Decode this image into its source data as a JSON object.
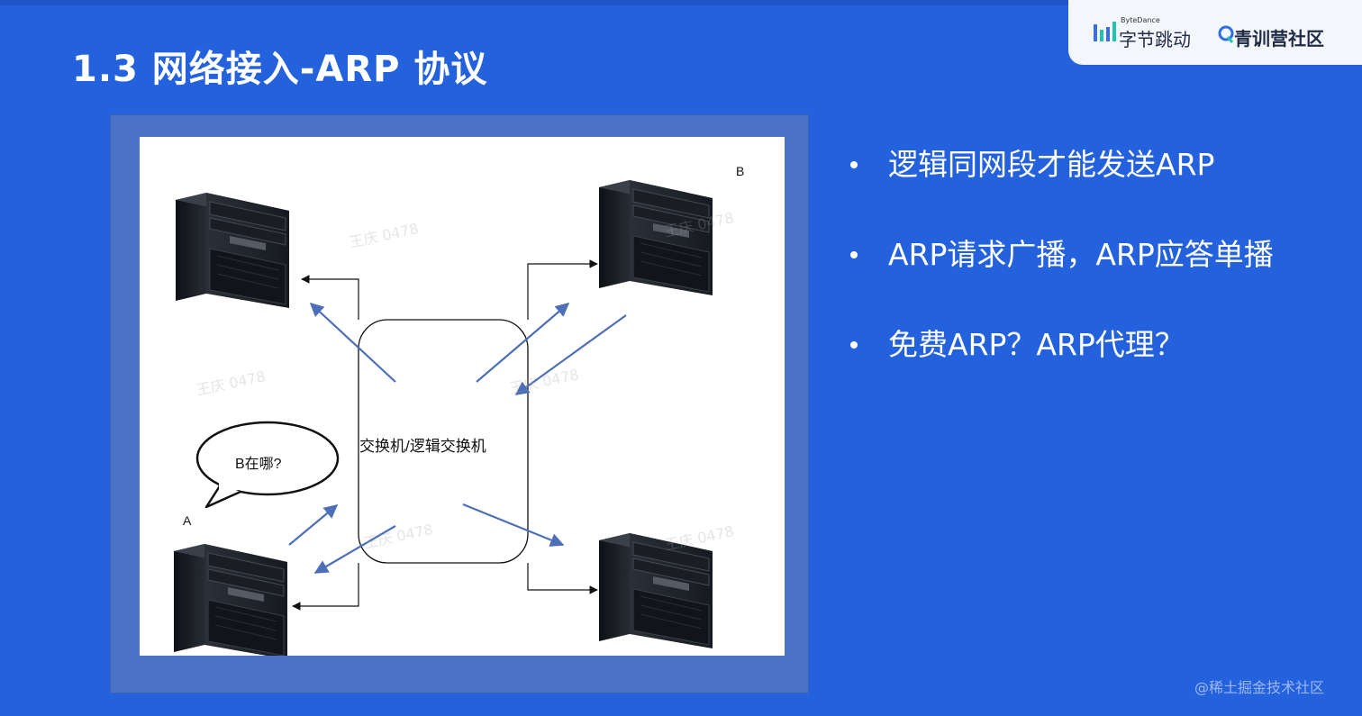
{
  "slide": {
    "title": "1.3 网络接入-ARP 协议"
  },
  "brand": {
    "bytedance_small": "ByteDance",
    "bytedance_name": "字节跳动",
    "community_name": "青训营社区"
  },
  "diagram": {
    "switch_label": "交换机/逻辑交换机",
    "bubble_text": "B在哪?",
    "node_a": "A",
    "node_b": "B",
    "watermark": "王庆 0478"
  },
  "bullets": [
    "逻辑同网段才能发送ARP",
    "ARP请求广播，ARP应答单播",
    "免费ARP？ARP代理？"
  ],
  "footer": {
    "credit": "@稀土掘金技术社区"
  },
  "colors": {
    "background": "#2461dd",
    "frame": "#4a72c7",
    "arrow_blue": "#4d6fb8"
  }
}
